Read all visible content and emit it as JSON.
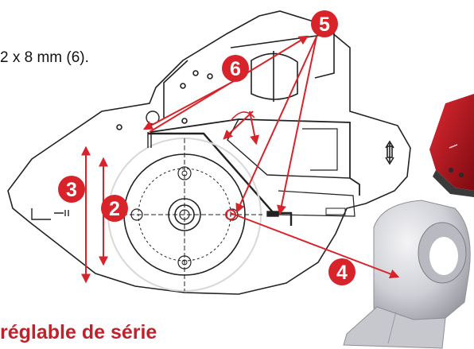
{
  "caption": "2 x 8 mm (6).",
  "heading": "réglable de série",
  "colors": {
    "accent_red": "#d8232a",
    "line_gray": "#222222",
    "light_gray": "#d8d8dc",
    "machine_red": "#b3141c"
  },
  "callouts": [
    {
      "id": "callout-2",
      "label": "2"
    },
    {
      "id": "callout-3",
      "label": "3"
    },
    {
      "id": "callout-4",
      "label": "4"
    },
    {
      "id": "callout-5",
      "label": "5"
    },
    {
      "id": "callout-6",
      "label": "6"
    }
  ],
  "icons": [
    "rotor-hub-icon",
    "double-arrow-icon",
    "flail-hammer-icon"
  ]
}
